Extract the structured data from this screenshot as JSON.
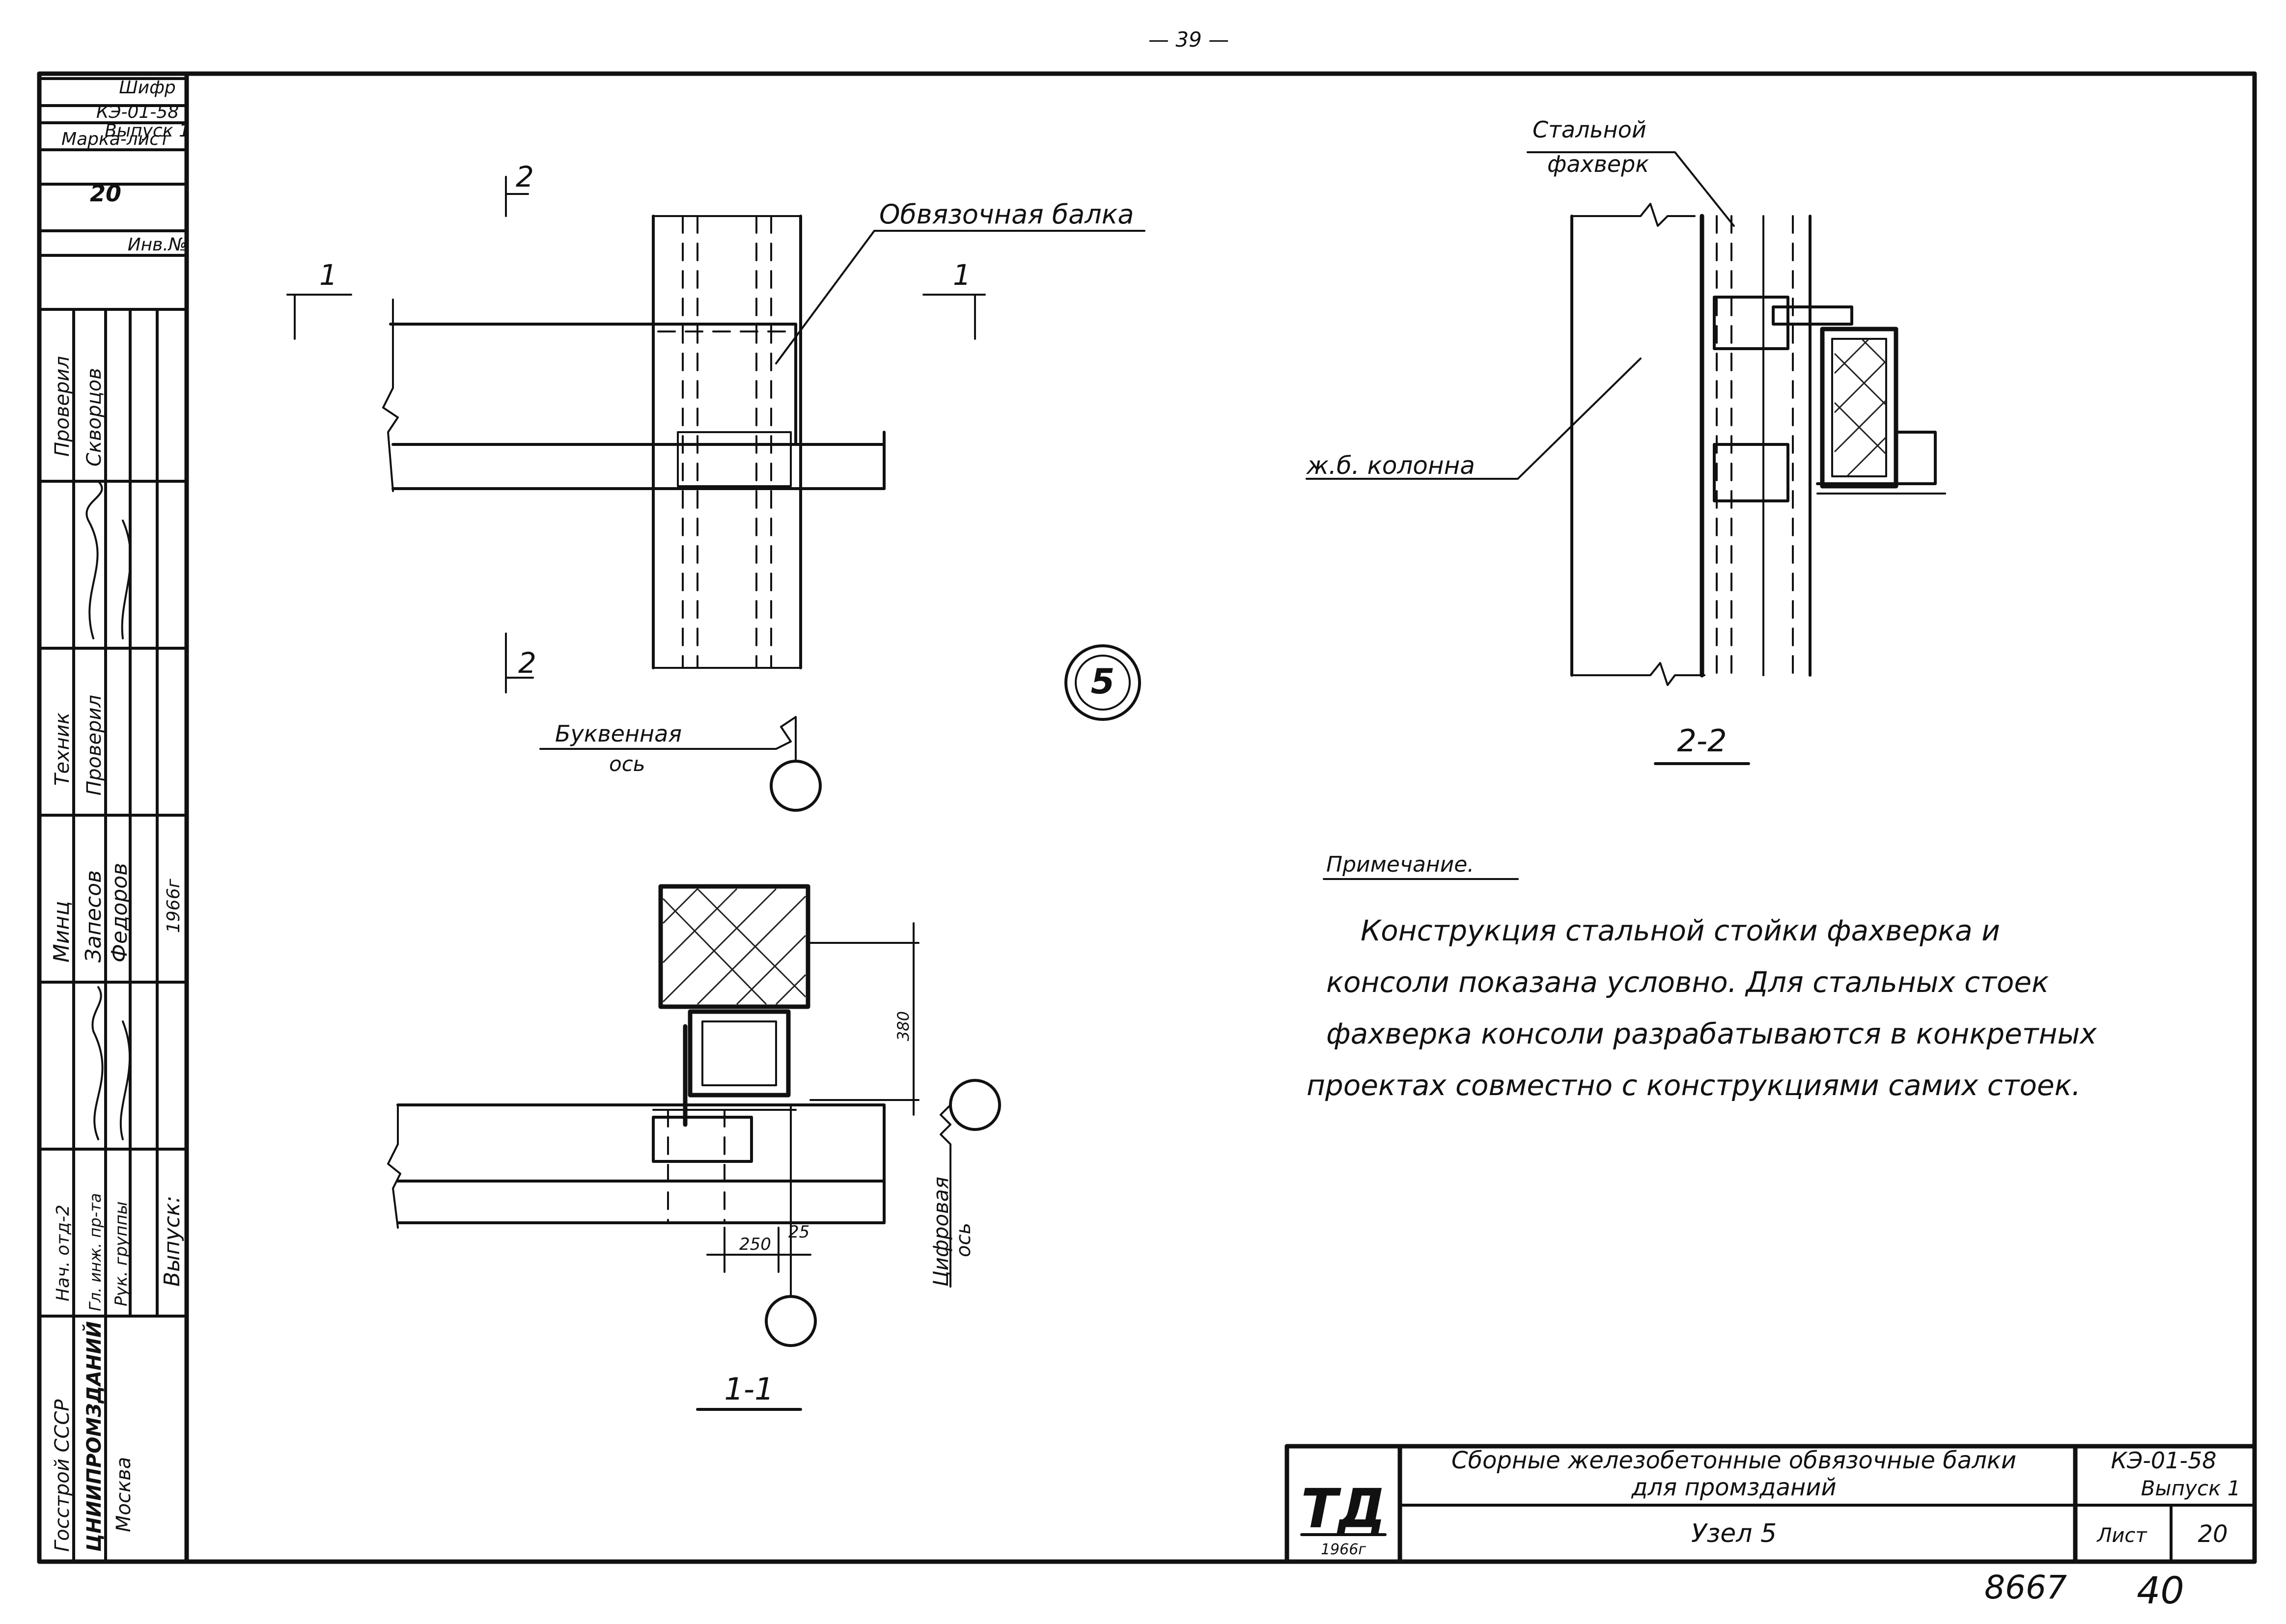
{
  "page_number": "— 39 —",
  "side_stamp": {
    "cipher_label": "Шифр",
    "cipher_value": "КЭ-01-58",
    "issue": "Выпуск 1",
    "mark_sheet_label": "Марка-лист",
    "mark_sheet_value": "20",
    "inv_label": "Инв.№",
    "roles": {
      "checked_by": "Проверил",
      "drawn_by": "Скворцов",
      "technician": "Техник",
      "checked": "Проверил",
      "minin": "Минц",
      "zapesov": "Запесов",
      "fedorov": "Федоров",
      "year": "1966г"
    },
    "positions": [
      "Нач. отд-2",
      "Гл. инж. пр-та",
      "Рук. группы"
    ],
    "org_ministry": "Госстрой СССР",
    "org_institute": "ЦНИИПРОМЗДАНИЙ",
    "city": "Москва",
    "issue_word": "Выпуск:"
  },
  "views": {
    "elevation": {
      "section_1_left": "1",
      "section_1_right": "1",
      "section_2_top": "2",
      "section_2_bottom": "2",
      "beam_label": "Обвязочная балка",
      "axis_label_top": "Буквенная",
      "axis_label_bottom": "ось",
      "node_number": "5"
    },
    "section_1_1": {
      "title": "1-1",
      "dim_vertical": "380",
      "dim_a": "250",
      "dim_b": "25",
      "axis_label_top": "Цифровая",
      "axis_label_bottom": "ось"
    },
    "section_2_2": {
      "title": "2-2",
      "steel_label_top": "Стальной",
      "steel_label_bottom": "фахверк",
      "column_label": "ж.б. колонна"
    }
  },
  "note": {
    "title": "Примечание.",
    "lines": [
      "Конструкция стальной стойки фахверка и",
      "консоли показана условно. Для стальных стоек",
      "фахверка консоли разрабатываются в конкретных",
      "проектах совместно с конструкциями самих стоек."
    ]
  },
  "title_block": {
    "logo": "ТД",
    "year": "1966г",
    "title_line1": "Сборные железобетонные обвязочные балки",
    "title_line2": "для промзданий",
    "subtitle": "Узел 5",
    "series": "КЭ-01-58",
    "issue": "Выпуск 1",
    "sheet_label": "Лист",
    "sheet_value": "20"
  },
  "archive_number": "8667",
  "archive_page": "40"
}
